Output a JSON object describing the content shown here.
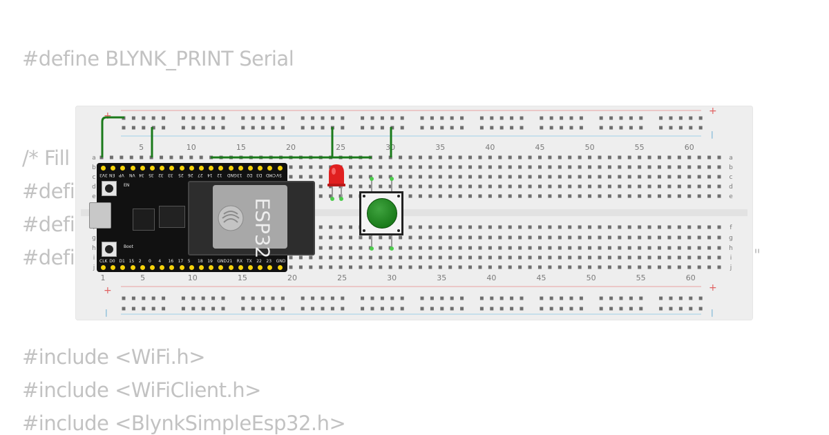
{
  "code": {
    "line_define_print": "#define BLYNK_PRINT Serial",
    "line_fill_partial": "/* Fill",
    "line_defi_1": "#defi",
    "line_defi_2": "#defi",
    "line_defi_3": "#defi",
    "stray_quote": "\"",
    "include_wifi": "#include <WiFi.h>",
    "include_wificlient": "#include <WiFiClient.h>",
    "include_blynk": "#include <BlynkSimpleEsp32.h>"
  },
  "breadboard": {
    "columns_top": [
      "5",
      "10",
      "15",
      "20",
      "25",
      "30",
      "35",
      "40",
      "45",
      "50",
      "55",
      "60"
    ],
    "columns_bottom": [
      "1",
      "5",
      "10",
      "15",
      "20",
      "25",
      "30",
      "35",
      "40",
      "45",
      "50",
      "55",
      "60"
    ],
    "rows_upper": [
      "a",
      "b",
      "c",
      "d",
      "e"
    ],
    "rows_lower": [
      "f",
      "g",
      "h",
      "i",
      "j"
    ],
    "plus_symbol": "+",
    "minus_symbol": "|"
  },
  "esp32": {
    "label": "ESP32",
    "top_pins": [
      "3V3",
      "EN",
      "VP",
      "VN",
      "34",
      "35",
      "32",
      "33",
      "25",
      "26",
      "27",
      "14",
      "12",
      "GND",
      "13",
      "D2",
      "D3",
      "CMD",
      "5V"
    ],
    "bottom_pins": [
      "CLK",
      "D0",
      "D1",
      "15",
      "2",
      "0",
      "4",
      "16",
      "17",
      "5",
      "18",
      "19",
      "GND",
      "21",
      "RX",
      "TX",
      "22",
      "23",
      "GND"
    ],
    "en_label": "EN",
    "boot_label": "Boot"
  },
  "colors": {
    "wire": "#1a7a1a",
    "led": "#e02020",
    "button_cap": "#0b7a0b",
    "rail_red": "#e8a0a0",
    "rail_blue": "#9fd0e8",
    "code_text": "#c2c2c2"
  }
}
